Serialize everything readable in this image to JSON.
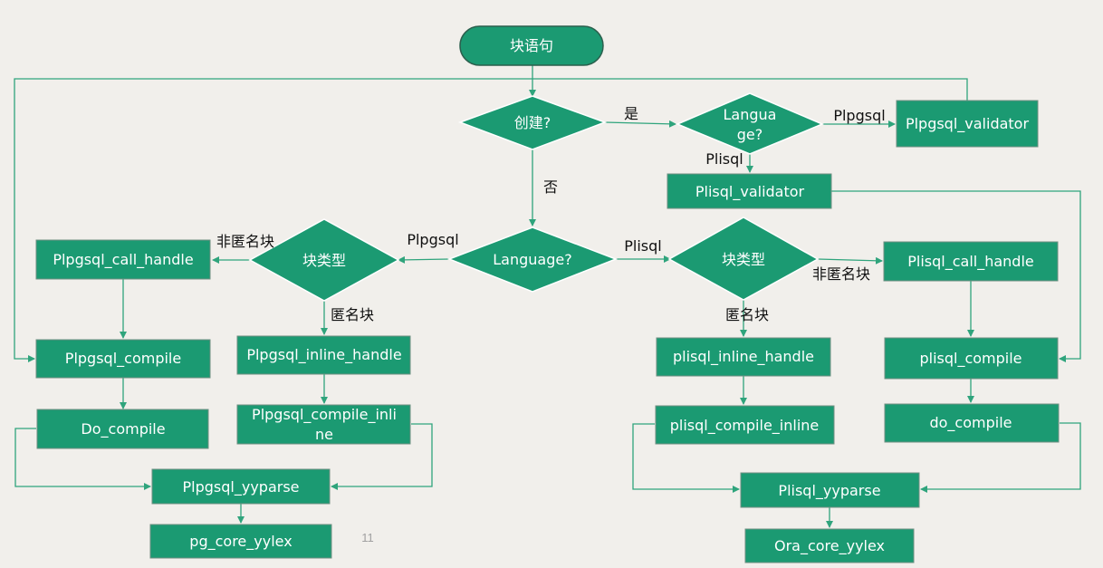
{
  "nodes": {
    "start": "块语句",
    "create_q": "创建?",
    "lang_q_top_line1": "Langua",
    "lang_q_top_line2": "ge?",
    "plpgsql_validator": "Plpgsql_validator",
    "plisql_validator": "Plisql_validator",
    "language_q": "Language?",
    "blocktype_left": "块类型",
    "blocktype_right": "块类型",
    "plpgsql_call_handle": "Plpgsql_call_handle",
    "plpgsql_compile": "Plpgsql_compile",
    "do_compile_left": "Do_compile",
    "plpgsql_inline_handle": "Plpgsql_inline_handle",
    "plpgsql_compile_inline_line1": "Plpgsql_compile_inli",
    "plpgsql_compile_inline_line2": "ne",
    "plpgsql_yyparse": "Plpgsql_yyparse",
    "pg_core_yylex": "pg_core_yylex",
    "plisql_call_handle": "Plisql_call_handle",
    "plisql_inline_handle": "plisql_inline_handle",
    "plisql_compile": "plisql_compile",
    "do_compile_right": "do_compile",
    "plisql_compile_inline": "plisql_compile_inline",
    "plisql_yyparse": "Plisql_yyparse",
    "ora_core_yylex": "Ora_core_yylex"
  },
  "edge_labels": {
    "yes": "是",
    "no": "否",
    "top_plpgsql": "Plpgsql",
    "top_plisql": "Plisql",
    "mid_plpgsql": "Plpgsql",
    "mid_plisql": "Plisql",
    "left_non_anonymous": "非匿名块",
    "left_anonymous": "匿名块",
    "right_non_anonymous": "非匿名块",
    "right_anonymous": "匿名块"
  },
  "page_number": "11",
  "colors": {
    "node_fill": "#1b9a72",
    "edge": "#2fa47c",
    "background": "#f1efeb"
  }
}
